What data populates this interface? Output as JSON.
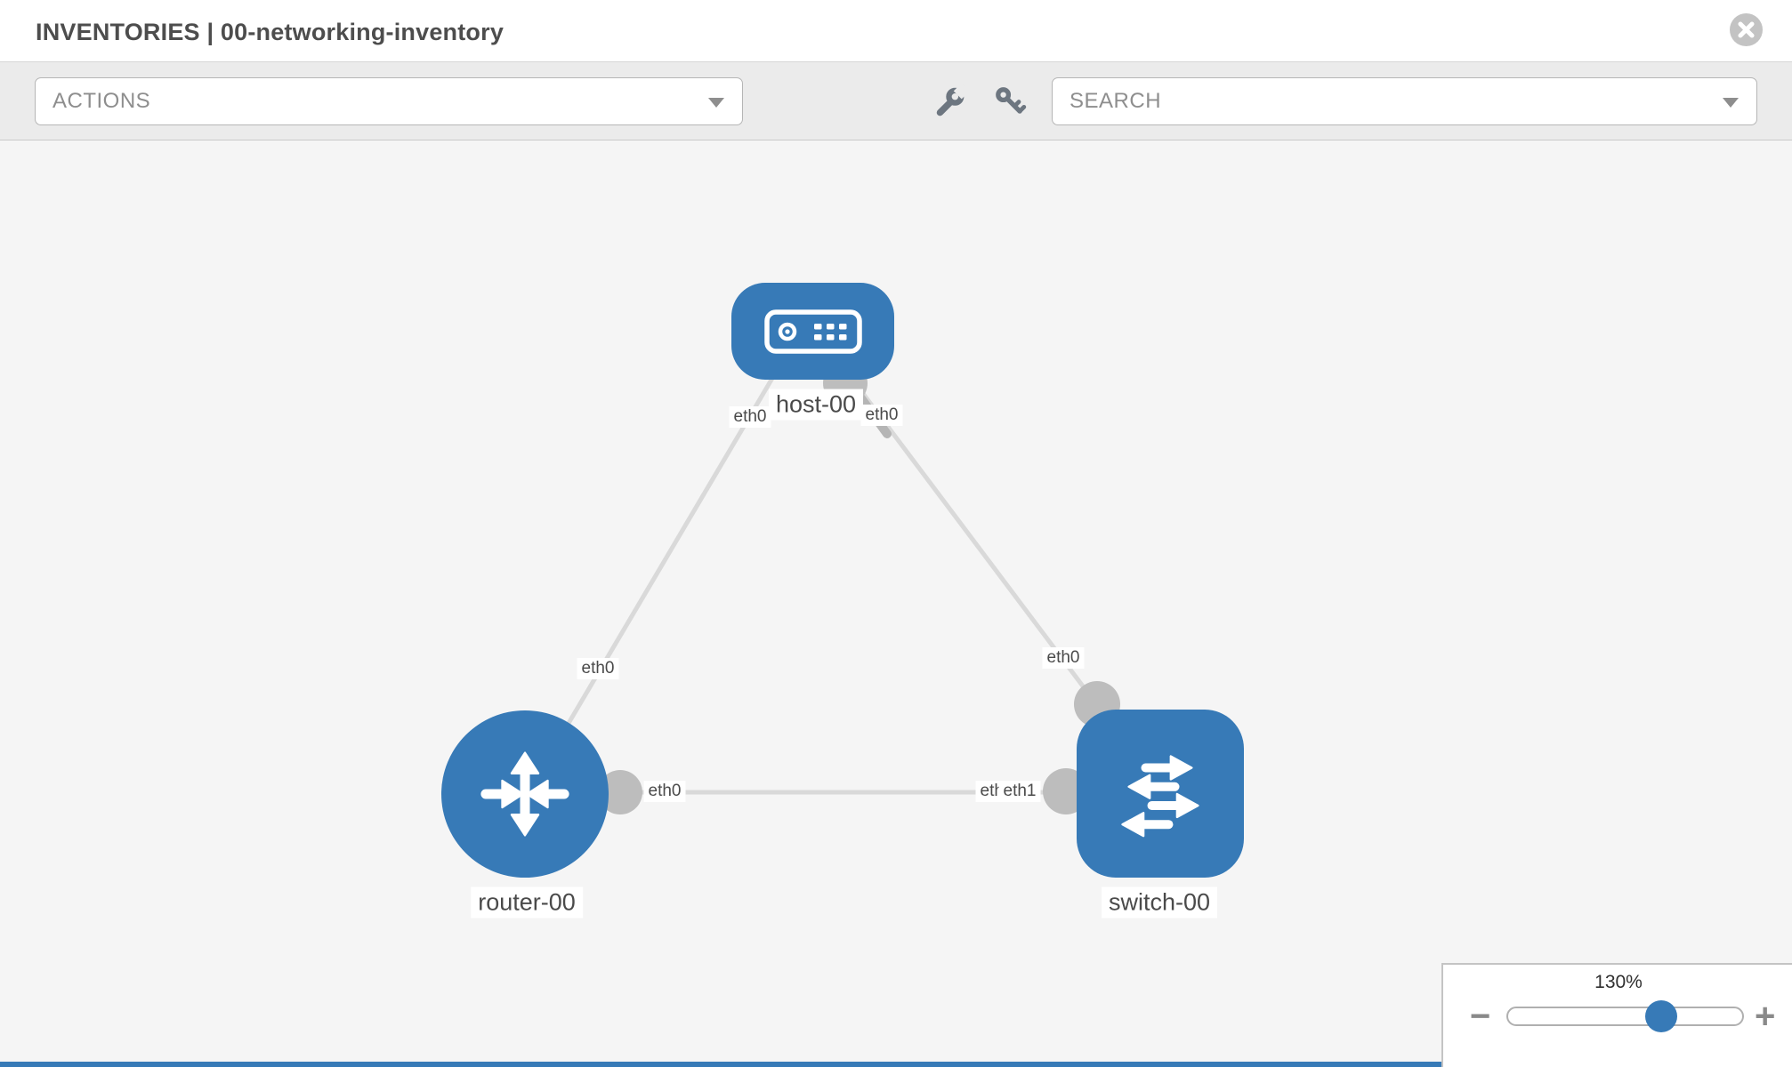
{
  "header": {
    "title": "INVENTORIES | 00-networking-inventory"
  },
  "toolbar": {
    "actions_label": "ACTIONS",
    "search_label": "SEARCH",
    "icons": [
      "wrench-icon",
      "key-icon"
    ]
  },
  "topology": {
    "nodes": [
      {
        "id": "host-00",
        "label": "host-00",
        "type": "host",
        "icon": "host-icon"
      },
      {
        "id": "router-00",
        "label": "router-00",
        "type": "router",
        "icon": "router-icon"
      },
      {
        "id": "switch-00",
        "label": "switch-00",
        "type": "switch",
        "icon": "switch-icon"
      }
    ],
    "edges": [
      {
        "from": "host-00",
        "to": "router-00"
      },
      {
        "from": "host-00",
        "to": "switch-00"
      },
      {
        "from": "router-00",
        "to": "switch-00"
      }
    ],
    "ports": [
      {
        "label": "eth0",
        "node": "host-00"
      },
      {
        "label": "eth0",
        "node": "host-00"
      },
      {
        "label": "eth0",
        "node": "router-00"
      },
      {
        "label": "eth0",
        "node": "switch-00"
      },
      {
        "label": "eth0",
        "node": "router-00"
      },
      {
        "label": "eth0",
        "node": "switch-00"
      },
      {
        "label": "eth1",
        "node": "switch-00"
      }
    ]
  },
  "zoom_control": {
    "level": "130%",
    "minus_glyph": "−",
    "plus_glyph": "+"
  },
  "colors": {
    "node_blue": "#377ab7",
    "accent_blue": "#377ab7",
    "edge_gray": "#d9d9d9",
    "connector_gray": "#bdbdbd",
    "label_text": "#4a4a4a"
  }
}
